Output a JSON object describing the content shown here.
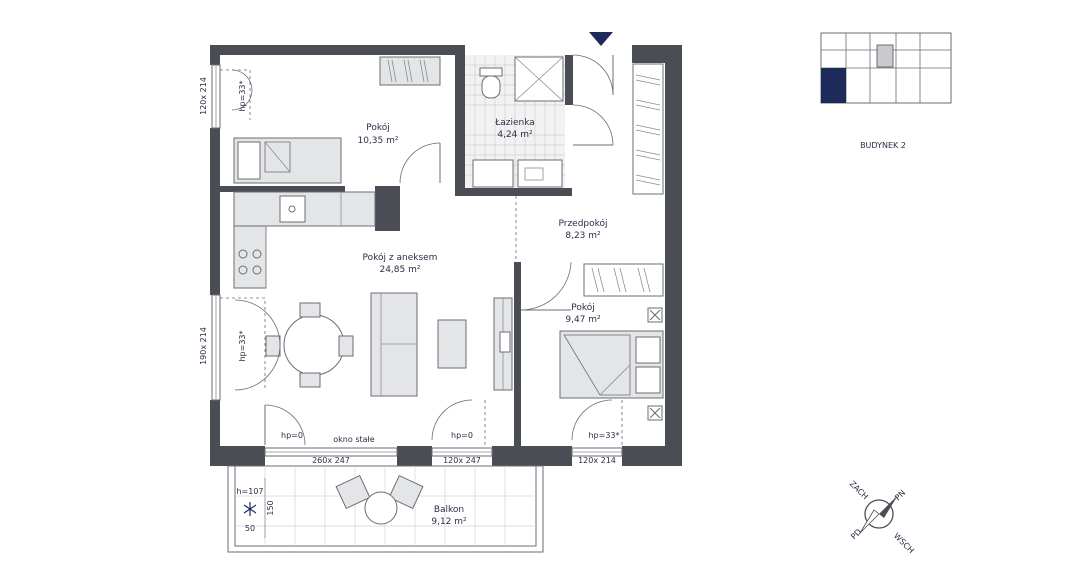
{
  "rooms": {
    "room_small": {
      "name": "Pokój",
      "area": "10,35 m²"
    },
    "bathroom": {
      "name": "Łazienka",
      "area": "4,24 m²"
    },
    "hall": {
      "name": "Przedpokój",
      "area": "8,23 m²"
    },
    "living": {
      "name": "Pokój z aneksem",
      "area": "24,85 m²"
    },
    "room_bed": {
      "name": "Pokój",
      "area": "9,47 m²"
    },
    "balcony": {
      "name": "Balkon",
      "area": "9,12 m²"
    }
  },
  "windows": {
    "w_left_top": "120x 214",
    "w_left_mid": "190x 214",
    "w_bottom_1": "260x 247",
    "w_bottom_2": "120x 247",
    "w_bottom_3": "120x 214",
    "fixed_window": "okno stałe"
  },
  "heights": {
    "hp_left_top": "hp=33*",
    "hp_left_mid": "hp=33*",
    "hp_bottom_1": "hp=0",
    "hp_bottom_2": "hp=0",
    "hp_bottom_3": "hp=33*"
  },
  "balcony_dims": {
    "h": "h=107",
    "depth": "150",
    "width": "50"
  },
  "building": {
    "label": "BUDYNEK 2"
  },
  "compass": {
    "n": "PN",
    "e": "WSCH",
    "s": "PD",
    "w": "ZACH"
  },
  "colors": {
    "wall": "#4a4d54",
    "accent": "#1e2a5a",
    "furniture": "#e4e5e7"
  },
  "icons": {
    "entrance": "entrance-arrow-icon",
    "ac": "snowflake-icon",
    "compass": "compass-icon"
  }
}
